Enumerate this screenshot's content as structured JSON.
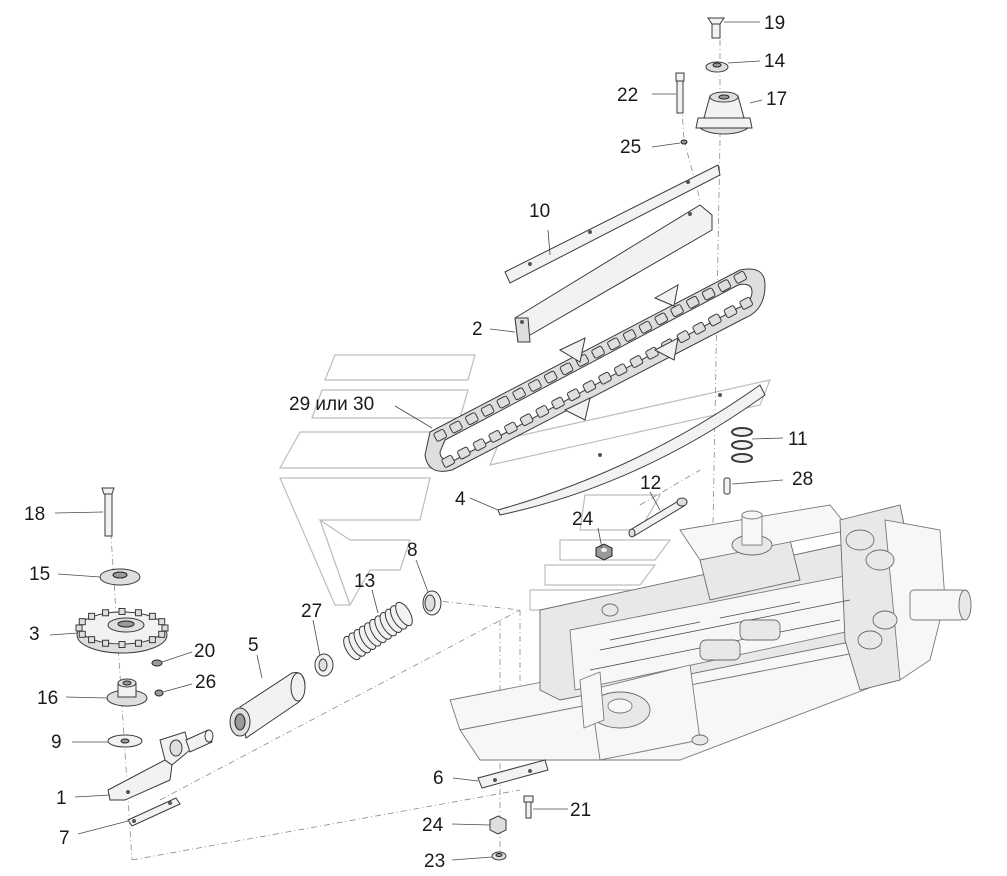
{
  "labels": [
    {
      "id": "l19",
      "text": "19"
    },
    {
      "id": "l14",
      "text": "14"
    },
    {
      "id": "l22",
      "text": "22"
    },
    {
      "id": "l17",
      "text": "17"
    },
    {
      "id": "l25",
      "text": "25"
    },
    {
      "id": "l10",
      "text": "10"
    },
    {
      "id": "l2",
      "text": "2"
    },
    {
      "id": "l2930",
      "text": "29 или 30"
    },
    {
      "id": "l11",
      "text": "11"
    },
    {
      "id": "l28",
      "text": "28"
    },
    {
      "id": "l4",
      "text": "4"
    },
    {
      "id": "l12",
      "text": "12"
    },
    {
      "id": "l24a",
      "text": "24"
    },
    {
      "id": "l18",
      "text": "18"
    },
    {
      "id": "l8",
      "text": "8"
    },
    {
      "id": "l15",
      "text": "15"
    },
    {
      "id": "l13",
      "text": "13"
    },
    {
      "id": "l27",
      "text": "27"
    },
    {
      "id": "l3",
      "text": "3"
    },
    {
      "id": "l5",
      "text": "5"
    },
    {
      "id": "l20",
      "text": "20"
    },
    {
      "id": "l16",
      "text": "16"
    },
    {
      "id": "l26",
      "text": "26"
    },
    {
      "id": "l9",
      "text": "9"
    },
    {
      "id": "l1",
      "text": "1"
    },
    {
      "id": "l6",
      "text": "6"
    },
    {
      "id": "l21",
      "text": "21"
    },
    {
      "id": "l7",
      "text": "7"
    },
    {
      "id": "l24b",
      "text": "24"
    },
    {
      "id": "l23",
      "text": "23"
    }
  ]
}
